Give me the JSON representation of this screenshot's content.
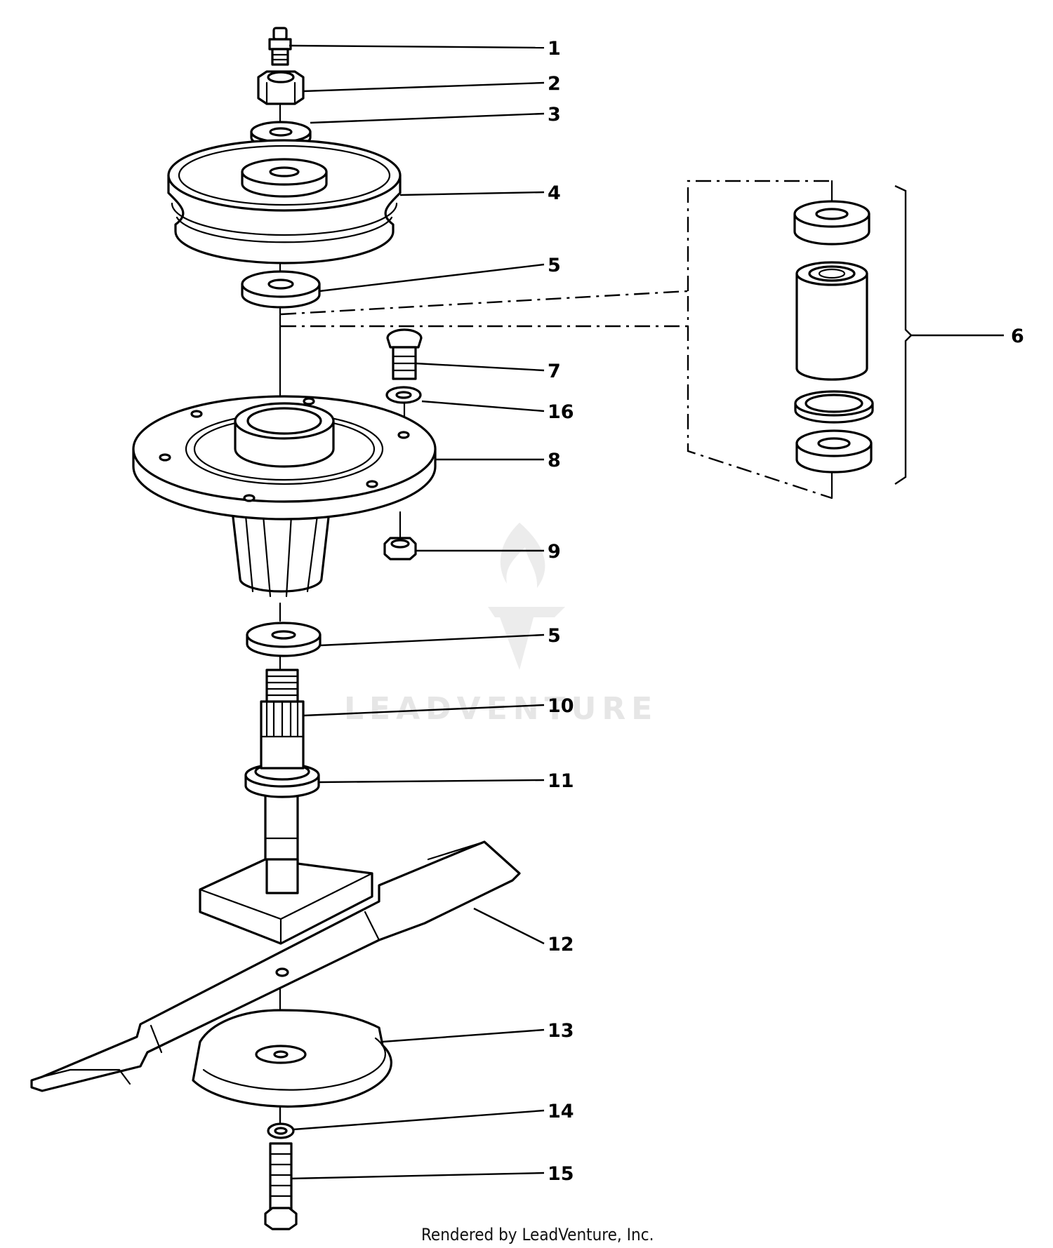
{
  "callouts": [
    {
      "id": "c1",
      "label": "1"
    },
    {
      "id": "c2",
      "label": "2"
    },
    {
      "id": "c3",
      "label": "3"
    },
    {
      "id": "c4",
      "label": "4"
    },
    {
      "id": "c5a",
      "label": "5"
    },
    {
      "id": "c6",
      "label": "6"
    },
    {
      "id": "c7",
      "label": "7"
    },
    {
      "id": "c16",
      "label": "16"
    },
    {
      "id": "c8",
      "label": "8"
    },
    {
      "id": "c9",
      "label": "9"
    },
    {
      "id": "c5b",
      "label": "5"
    },
    {
      "id": "c10",
      "label": "10"
    },
    {
      "id": "c11",
      "label": "11"
    },
    {
      "id": "c12",
      "label": "12"
    },
    {
      "id": "c13",
      "label": "13"
    },
    {
      "id": "c14",
      "label": "14"
    },
    {
      "id": "c15",
      "label": "15"
    }
  ],
  "watermark": {
    "text": "LEADVENTURE"
  },
  "footer": {
    "text": "Rendered by LeadVenture, Inc."
  }
}
